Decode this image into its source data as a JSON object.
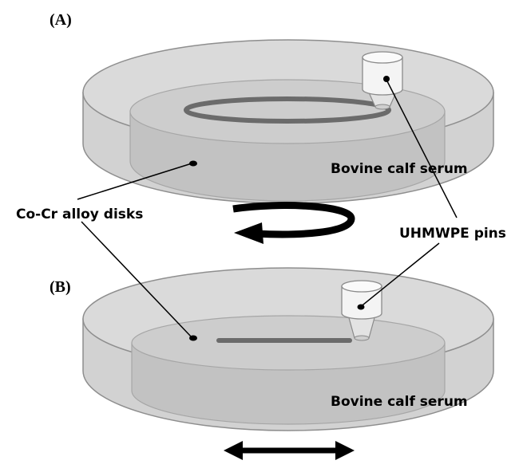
{
  "panels": {
    "a": "(A)",
    "b": "(B)"
  },
  "labels": {
    "serum_a": "Bovine calf serum",
    "serum_b": "Bovine calf serum",
    "disks": "Co-Cr alloy disks",
    "pins": "UHMWPE pins"
  },
  "colors": {
    "dish_fill": "#d6d6d6",
    "dish_stroke": "#8e8e8e",
    "serum_fill": "#c4c4c4",
    "pin_fill": "#f4f4f4",
    "wear_track": "#6b6b6b",
    "arrow": "#000000"
  },
  "icons": {
    "rotation": "circular-arrow-icon",
    "reciprocation": "double-arrow-icon"
  }
}
